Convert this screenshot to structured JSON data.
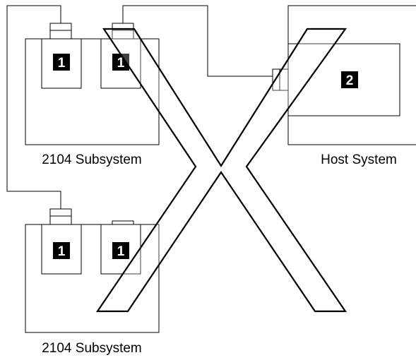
{
  "subsystems": [
    {
      "label": "2104 Subsystem",
      "adapters": [
        "1",
        "1"
      ]
    },
    {
      "label": "2104 Subsystem",
      "adapters": [
        "1",
        "1"
      ]
    }
  ],
  "host": {
    "label": "Host System",
    "adapter": "2"
  },
  "overlay": {
    "mark": "X",
    "meaning": "incorrect configuration"
  },
  "colors": {
    "line": "#000000",
    "background": "#ffffff",
    "badge": "#000000",
    "badge_text": "#ffffff"
  }
}
